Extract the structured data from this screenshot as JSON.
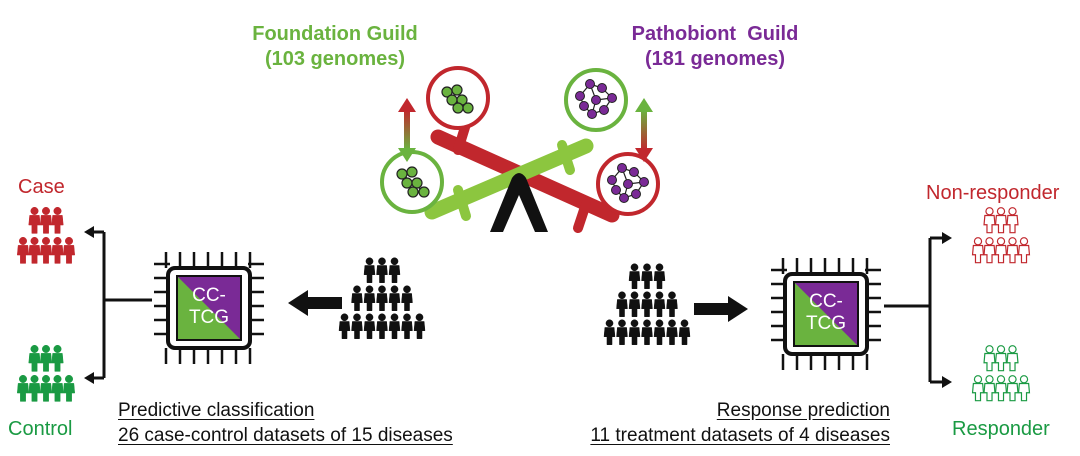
{
  "colors": {
    "foundation": "#6ab33f",
    "pathobiont": "#7a2a96",
    "case": "#c1272d",
    "control": "#1a9a43",
    "black": "#111111"
  },
  "foundation_guild": {
    "name": "Foundation Guild",
    "count": "(103 genomes)"
  },
  "pathobiont_guild": {
    "name": "Pathobiont  Guild",
    "count": "(181 genomes)"
  },
  "left_panel": {
    "case_label": "Case",
    "control_label": "Control",
    "chip_label_top": "CC-",
    "chip_label_bottom": "TCG",
    "caption_line1": "Predictive classification",
    "caption_line2": "26 case-control datasets of 15 diseases"
  },
  "right_panel": {
    "nonresponder_label": "Non-responder",
    "responder_label": "Responder",
    "chip_label_top": "CC-",
    "chip_label_bottom": "TCG",
    "caption_line1": "Response prediction",
    "caption_line2": "11 treatment datasets of 4 diseases"
  }
}
